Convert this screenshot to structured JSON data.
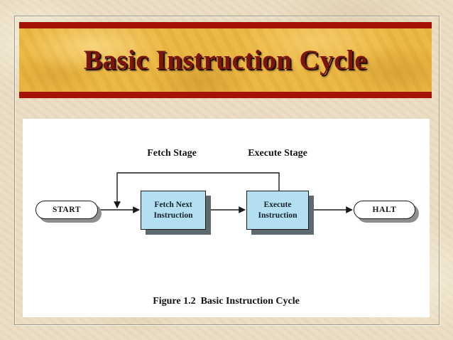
{
  "slide": {
    "title": "Basic Instruction Cycle"
  },
  "diagram": {
    "fetch_stage_label": "Fetch Stage",
    "execute_stage_label": "Execute Stage",
    "start_label": "START",
    "fetch_box_label": "Fetch Next\nInstruction",
    "execute_box_label": "Execute\nInstruction",
    "halt_label": "HALT",
    "caption": "Figure 1.2  Basic Instruction Cycle"
  },
  "colors": {
    "banner_red": "#a41306",
    "banner_gold": "#ecb945",
    "title_text": "#7c150d",
    "box_fill": "#b3dff2",
    "box_shadow": "#5f6a70",
    "oval_shadow": "#8e8e8e",
    "parchment": "#e9dcc1",
    "line": "#1a1a1a"
  }
}
